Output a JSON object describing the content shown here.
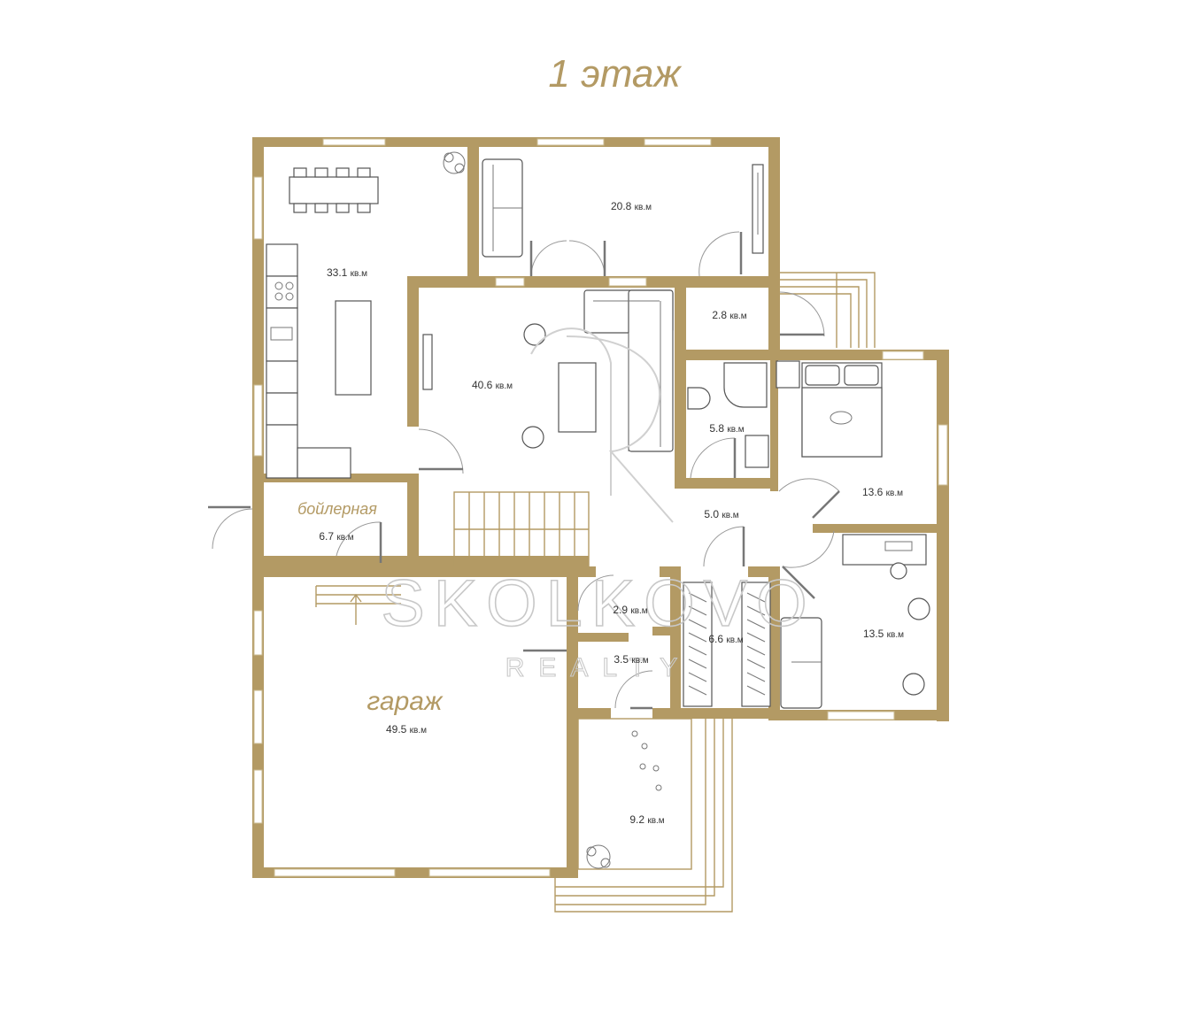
{
  "plan": {
    "title": "1 этаж",
    "watermark": {
      "brand": "SKOLKOVO",
      "sub": "REALTY"
    },
    "rooms": {
      "kitchen": {
        "area": "33.1",
        "unit": "кв.м"
      },
      "bedroom_top": {
        "area": "20.8",
        "unit": "кв.м"
      },
      "living": {
        "area": "40.6",
        "unit": "кв.м"
      },
      "vestibule": {
        "area": "2.8",
        "unit": "кв.м"
      },
      "bathroom": {
        "area": "5.8",
        "unit": "кв.м"
      },
      "bedroom_right": {
        "area": "13.6",
        "unit": "кв.м"
      },
      "hall": {
        "area": "5.0",
        "unit": "кв.м"
      },
      "boiler": {
        "name": "бойлерная",
        "area": "6.7",
        "unit": "кв.м"
      },
      "office": {
        "area": "13.5",
        "unit": "кв.м"
      },
      "storage_a": {
        "area": "2.9",
        "unit": "кв.м"
      },
      "corridor": {
        "area": "3.5",
        "unit": "кв.м"
      },
      "wardrobe": {
        "area": "6.6",
        "unit": "кв.м"
      },
      "garage": {
        "name": "гараж",
        "area": "49.5",
        "unit": "кв.м"
      },
      "terrace": {
        "area": "9.2",
        "unit": "кв.м"
      }
    },
    "colors": {
      "wall": "#b39a64",
      "label": "#b39a64",
      "furniture": "#555555",
      "watermark": "#c8c8c8"
    }
  }
}
